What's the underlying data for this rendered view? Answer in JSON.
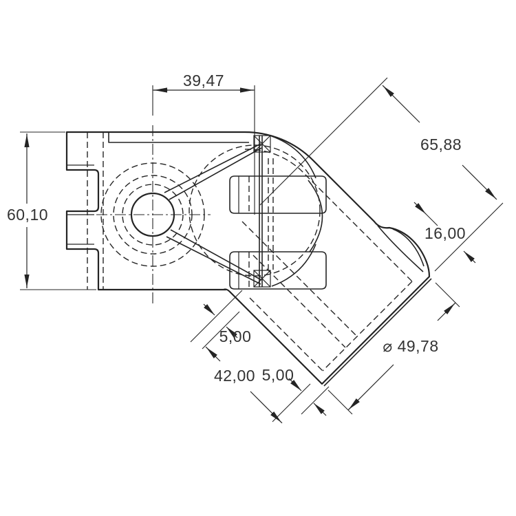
{
  "drawing": {
    "background": "#ffffff",
    "line_color": "#242424",
    "text_color": "#333333",
    "dimensions": {
      "top_width": "39,47",
      "left_height": "60,10",
      "arm_length": "65,88",
      "end_offset": "16,00",
      "lip_upper": "5,00",
      "tube_width": "42,00",
      "lip_lower": "5,00",
      "diameter": "⌀ 49,78"
    }
  }
}
